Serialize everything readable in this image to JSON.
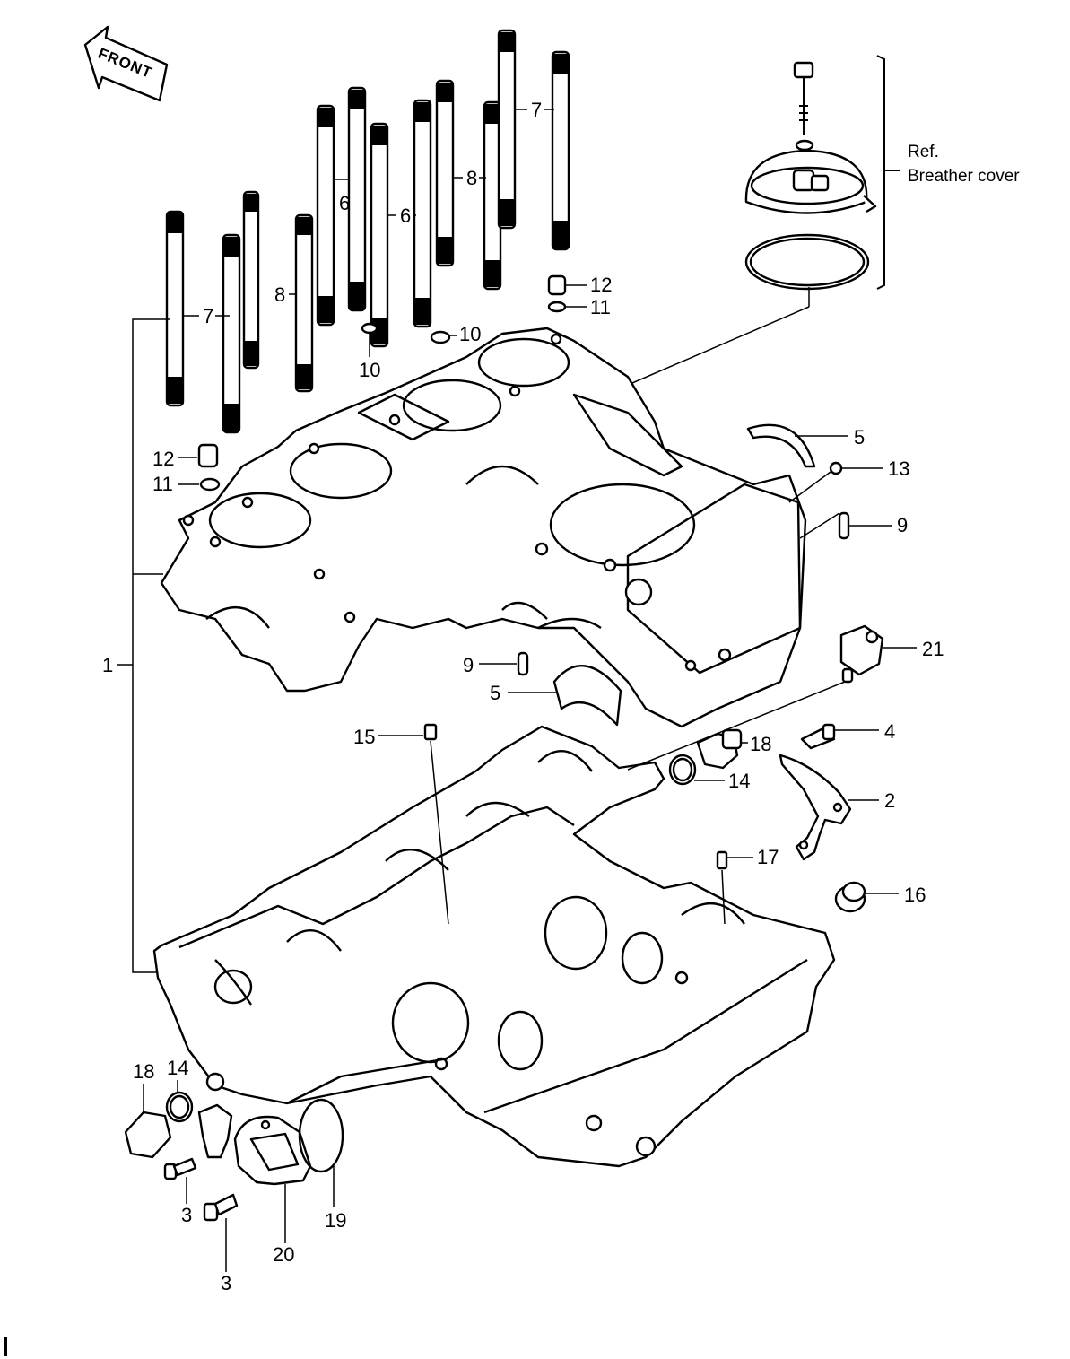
{
  "front_arrow": {
    "label": "FRONT"
  },
  "breather": {
    "line1": "Ref.",
    "line2": "Breather cover"
  },
  "callouts": {
    "c1": "1",
    "c2": "2",
    "c3a": "3",
    "c3b": "3",
    "c4": "4",
    "c5a": "5",
    "c5b": "5",
    "c6a": "6",
    "c6b": "6",
    "c7a": "7",
    "c7b": "7",
    "c8a": "8",
    "c8b": "8",
    "c9a": "9",
    "c9b": "9",
    "c10a": "10",
    "c10b": "10",
    "c11a": "11",
    "c11b": "11",
    "c12a": "12",
    "c12b": "12",
    "c13": "13",
    "c14a": "14",
    "c14b": "14",
    "c15": "15",
    "c16": "16",
    "c17": "17",
    "c18a": "18",
    "c18b": "18",
    "c19": "19",
    "c20": "20",
    "c21": "21"
  }
}
